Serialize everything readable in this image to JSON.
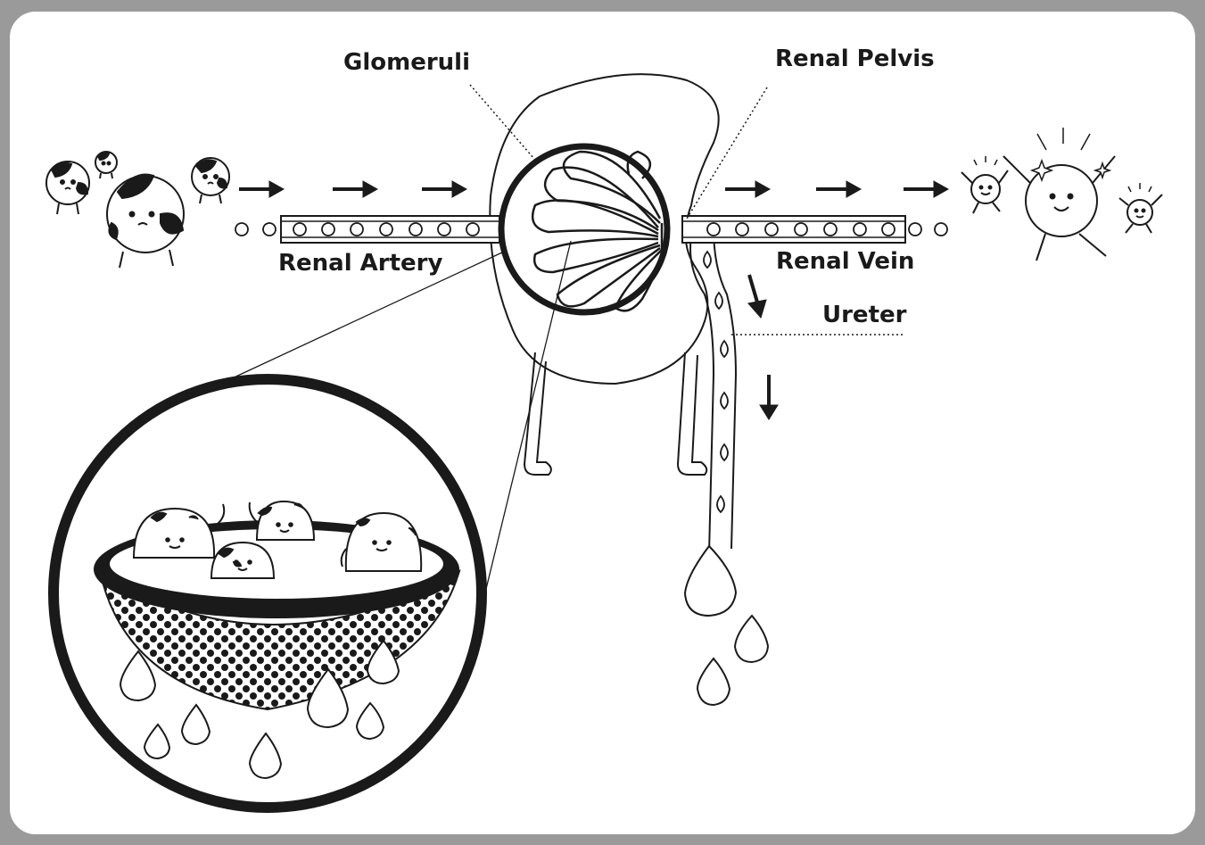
{
  "labels": {
    "glomeruli": "Glomeruli",
    "renal_pelvis": "Renal Pelvis",
    "renal_artery": "Renal Artery",
    "renal_vein": "Renal Vein",
    "ureter": "Ureter"
  },
  "colors": {
    "frame": "#9a9a9a",
    "background": "#ffffff",
    "ink": "#1a1a1a"
  },
  "icons": [
    "arrow-right-icon",
    "arrow-down-icon",
    "water-drop-icon",
    "blood-cell-character-icon",
    "sparkle-icon",
    "strainer-bowl-icon"
  ]
}
